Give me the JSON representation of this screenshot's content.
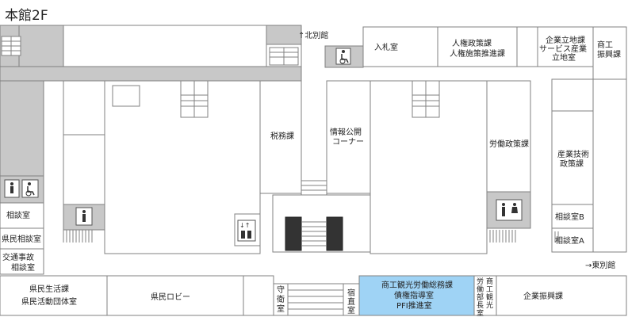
{
  "title": "本館2F",
  "direction_labels": {
    "north_annex": "↑北別館",
    "east_annex": "→東別館"
  },
  "rooms": {
    "nyusatsu": "入札室",
    "jinken_1": "人権政策課",
    "jinken_2": "人権施策推進課",
    "kigyo_ricchi_1": "企業立地課",
    "kigyo_ricchi_2": "サービス産業",
    "kigyo_ricchi_3": "立地室",
    "shoko_1": "商工",
    "shoko_2": "振興課",
    "zeimu": "税務課",
    "joho_1": "情報公開",
    "joho_2": "コーナー",
    "rodo_seisaku": "労働政策課",
    "sangyo_1": "産業技術",
    "sangyo_2": "政策課",
    "sodan": "相談室",
    "kenmin_sodan": "県民相談室",
    "kotsu_1": "交通事故",
    "kotsu_2": "相談室",
    "sodan_b": "相談室B",
    "sodan_a": "相談室A",
    "seikatsu_1": "県民生活課",
    "seikatsu_2": "県民活動団体室",
    "lobby": "県民ロビー",
    "shuei_1": "守",
    "shuei_2": "衛",
    "shuei_3": "室",
    "shukuchoku_1": "宿",
    "shukuchoku_2": "直",
    "shukuchoku_3": "室",
    "shoko_kanko_1": "商工観光労働総務課",
    "shoko_kanko_2": "債権指導室",
    "shoko_kanko_3": "PFI推進室",
    "buchou_1": "労",
    "buchou_2": "働",
    "buchou_3": "部",
    "buchou_4": "長",
    "buchou_5": "室",
    "buchou_6": "商",
    "buchou_7": "工",
    "buchou_8": "観",
    "buchou_9": "光",
    "kigyo_shinko": "企業振興課"
  },
  "icons": {
    "wheelchair": "wheelchair-icon",
    "restroom": "restroom-icon",
    "elevator": "elevator-icon"
  },
  "colors": {
    "corridor": "#c8c8c8",
    "highlight": "#9fd3f5",
    "stairs": "#333333"
  }
}
